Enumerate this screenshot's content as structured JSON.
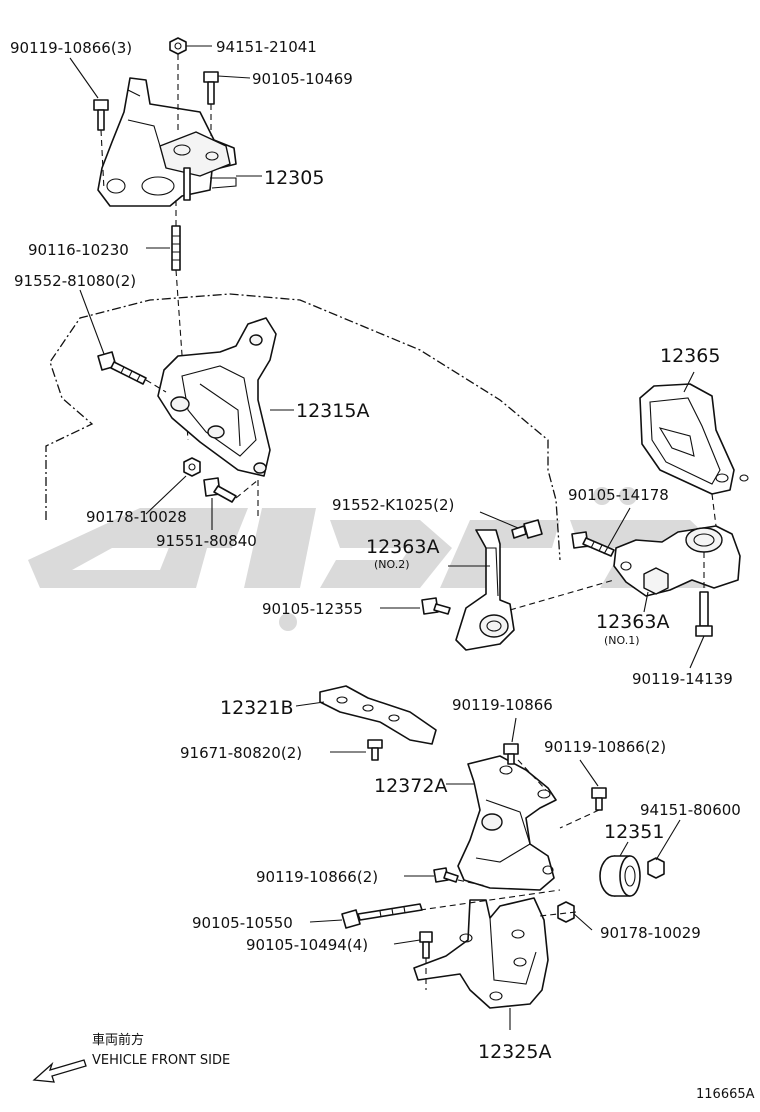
{
  "diagram": {
    "labels": {
      "bolt_90119_10866_3": "90119-10866(3)",
      "nut_94151_21041": "94151-21041",
      "bolt_90105_10469": "90105-10469",
      "mount_12305": "12305",
      "stud_90116_10230": "90116-10230",
      "bolt_91552_81080_2": "91552-81080(2)",
      "bracket_12315A": "12315A",
      "nut_90178_10028": "90178-10028",
      "bolt_91551_80840": "91551-80840",
      "insulator_12365": "12365",
      "bolt_91552_K1025_2": "91552-K1025(2)",
      "bolt_90105_14178": "90105-14178",
      "bracket_12363A_no2": "12363A",
      "bracket_12363A_no2_sub": "(NO.2)",
      "bolt_90105_12355": "90105-12355",
      "bracket_12363A_no1": "12363A",
      "bracket_12363A_no1_sub": "(NO.1)",
      "bolt_90119_14139": "90119-14139",
      "plate_12321B": "12321B",
      "bolt_91671_80820_2": "91671-80820(2)",
      "bolt_90119_10866": "90119-10866",
      "bolt_90119_10866_2a": "90119-10866(2)",
      "bracket_12372A": "12372A",
      "nut_94151_80600": "94151-80600",
      "insulator_12351": "12351",
      "bolt_90119_10866_2b": "90119-10866(2)",
      "bolt_90105_10550": "90105-10550",
      "nut_90178_10029": "90178-10029",
      "bolt_90105_10494_4": "90105-10494(4)",
      "bracket_12325A": "12325A"
    },
    "direction": {
      "japanese": "車両前方",
      "english": "VEHICLE FRONT SIDE"
    },
    "figure_code": "116665A",
    "colors": {
      "line": "#111111",
      "watermark": "#d2d2d2"
    }
  }
}
